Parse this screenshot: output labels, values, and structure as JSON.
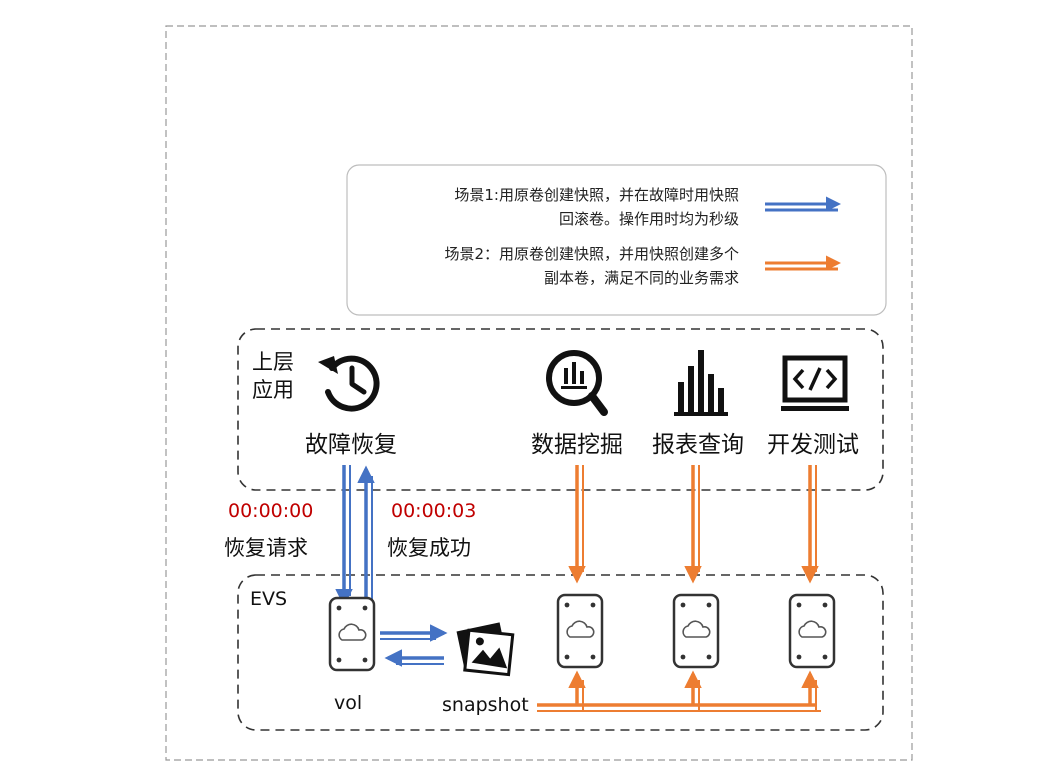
{
  "legend": {
    "scenario1_line1": "场景1:用原卷创建快照，并在故障时用快照",
    "scenario1_line2": "回滚卷。操作用时均为秒级",
    "scenario2_line1": "场景2：用原卷创建快照，并用快照创建多个",
    "scenario2_line2": "副本卷，满足不同的业务需求",
    "scenario1_color": "#4472c4",
    "scenario2_color": "#ed7d31"
  },
  "upper_layer": {
    "label_line1": "上层",
    "label_line2": "应用",
    "apps": [
      {
        "label": "故障恢复",
        "icon": "history-icon"
      },
      {
        "label": "数据挖掘",
        "icon": "magnifier-chart-icon"
      },
      {
        "label": "报表查询",
        "icon": "bar-chart-icon"
      },
      {
        "label": "开发测试",
        "icon": "code-monitor-icon"
      }
    ]
  },
  "recovery": {
    "request_time": "00:00:00",
    "request_label": "恢复请求",
    "success_time": "00:00:03",
    "success_label": "恢复成功",
    "time_color": "#c00000"
  },
  "evs": {
    "label": "EVS",
    "volume_label": "vol",
    "snapshot_label": "snapshot",
    "volume_icon": "cloud-disk-icon",
    "snapshot_icon": "photo-stack-icon"
  }
}
